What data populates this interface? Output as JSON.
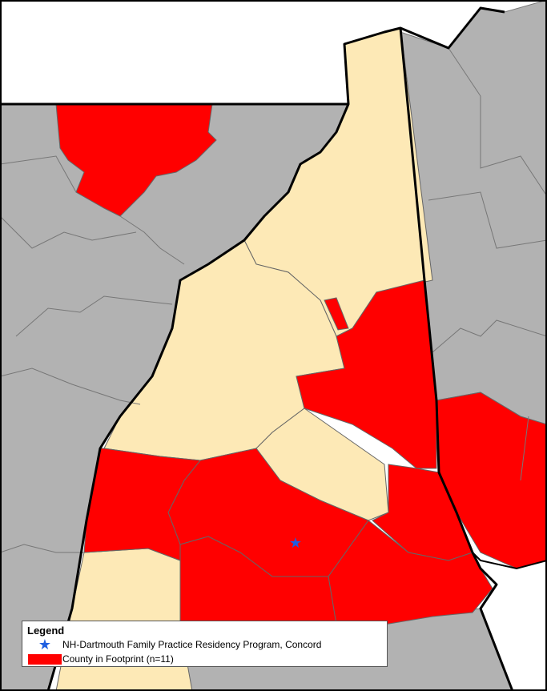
{
  "colors": {
    "footprint": "#ff0000",
    "nh_other": "#fde9b6",
    "outside": "#b2b2b2",
    "water": "#ffffff",
    "border": "#000000",
    "county_line": "#666666",
    "program_marker": "#1f5fe0"
  },
  "legend": {
    "title": "Legend",
    "items": [
      {
        "symbol": "star-icon",
        "label": "NH-Dartmouth Family Practice Residency Program, Concord"
      },
      {
        "symbol": "red-swatch",
        "label": "County in Footprint (n=11)"
      }
    ]
  }
}
